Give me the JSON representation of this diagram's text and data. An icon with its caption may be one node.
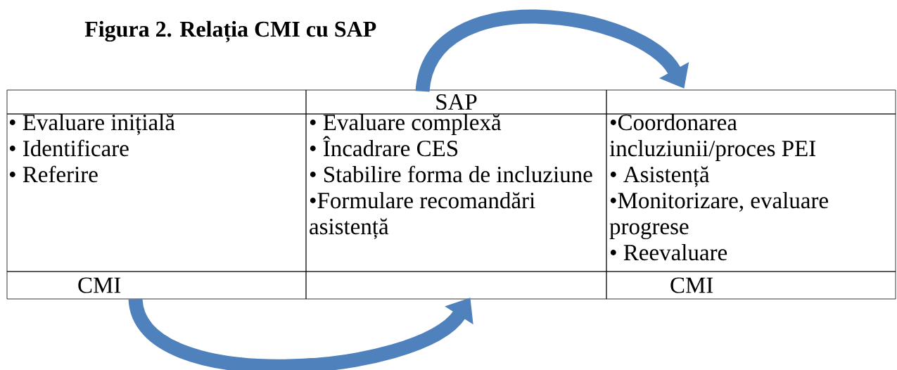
{
  "diagram": {
    "title": "Figura 2. Relația CMI cu SAP",
    "nodes": [
      {
        "text": [],
        "shape": "box"
      },
      {
        "text": [
          "SAP"
        ]
      },
      {
        "text": [],
        "shape": "box"
      },
      {
        "text": [
          "• Evaluare inițială",
          "• Identificare",
          "• Referire"
        ]
      },
      {
        "text": [
          "• Evaluare complexă",
          "• Încadrare CES",
          "• Stabilire forma de incluziune",
          "•Formulare recomandări asistență"
        ]
      },
      {
        "text": [
          "•Coordonarea incluziunii/proces PEI",
          "• Asistență",
          "•Monitorizare, evaluare progrese",
          "• Reevaluare"
        ]
      },
      {
        "text": [
          "CMI"
        ]
      },
      {
        "text": [],
        "shape": "box"
      },
      {
        "text": [
          "CMI"
        ]
      }
    ],
    "edges": [
      {
        "from": 6,
        "to": 7,
        "arrow": "to"
      },
      {
        "from": 1,
        "to": 2,
        "arrow": "to"
      }
    ]
  }
}
